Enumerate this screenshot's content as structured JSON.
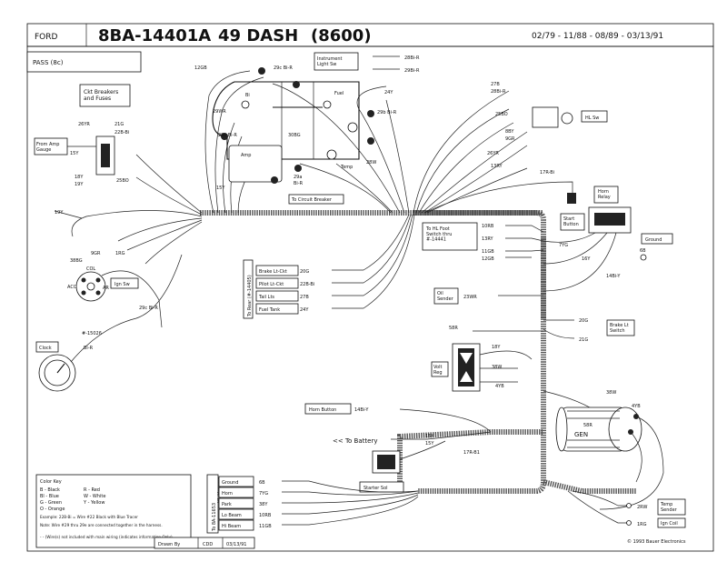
{
  "header": {
    "make": "FORD",
    "part_number": "8BA-14401A",
    "title": "49 DASH",
    "code": "(8600)",
    "dates": "02/79 - 11/88 - 08/89 - 03/13/91",
    "subtitle": "PASS (8c)"
  },
  "components": {
    "circuit_breakers": "Ckt Breakers\nand Fuses",
    "instrument_light_sw": "Instrument\nLight Sw",
    "from_amp_gauge": "From Amp\nGauge",
    "bi": "Bi",
    "fuel": "Fuel",
    "amp": "Amp",
    "temp": "Temp",
    "to_circuit_breaker": "To Circuit Breaker",
    "hl_sw": "HL Sw",
    "start_button": "Start\nButton",
    "horn_relay": "Horn\nRelay",
    "ground": "Ground",
    "to_hl_foot_switch": "To HL Foot\nSwitch thru\n#-14441",
    "ign_sw": "Ign Sw",
    "col": "COL",
    "acc": "ACC",
    "ar": "AR",
    "to_rear": "To Rear (#-14405)",
    "brake_lt_ckt": "Brake Lt-Ckt",
    "pilot_lt_ckt": "Pilot Lt-Ckt",
    "tail_lts": "Tail Lts",
    "fuel_tank": "Fuel Tank",
    "oil_sender": "Oil\nSender",
    "brake_lt_switch": "Brake Lt\nSwitch",
    "clock": "Clock",
    "clock_part": "#-15026",
    "volt_reg": "Volt\nReg",
    "horn_button": "Horn Button",
    "to_battery": "<< To Battery",
    "starter_sol": "Starter Sol",
    "gen": "GEN",
    "temp_sender": "Temp\nSender",
    "ign_coil": "Ign Coil",
    "to_hl_harness": "To 8A-11653\nHL Harness",
    "copyright": "© 1993 Bauer Electronics"
  },
  "wires": {
    "w12gb": "12GB",
    "w29c_bi_r_top": "29c Bi-R",
    "w28bi_r": "28Bi-R",
    "w29bi_r": "29Bi-R",
    "w24y": "24Y",
    "w29wr": "29WR",
    "w29b_bi_r": "29b Bi-R",
    "w26yr_l": "26YR",
    "w21g": "21G",
    "w22b_bi": "22B-Bi",
    "w29c_bi_r_mid": "29c Bi-R",
    "w30bg": "30BG",
    "w15y_l": "15Y",
    "w18y": "18Y",
    "w19y_l": "19Y",
    "w25bo_l": "25BO",
    "w15y_mid": "15Y",
    "w29a": "29a",
    "w29bi_r_low": "Bi-R",
    "w28w": "28W",
    "w19y": "19Y",
    "w9gr": "9GR",
    "w1rg": "1RG",
    "w38bg": "38BG",
    "w29c_bi_r_low": "29c Bi-R",
    "wbi_r_clock": "Bi-R",
    "w27b": "27B",
    "w28bi_r_hl": "28Bi-R",
    "w25bo_r": "25BO",
    "w8by": "8BY",
    "w9gr_r": "9GR",
    "w26yr_r": "26YR",
    "w13ry_r": "13RY",
    "w17r_bi": "17R-Bi",
    "w7yg": "7YG",
    "w16y": "16Y",
    "w14bi_y": "14Bi-Y",
    "w6b": "6B",
    "w10rb": "10RB",
    "w13ry": "13RY",
    "w11gb": "11GB",
    "w12gb_r": "12GB",
    "w20g": "20G",
    "w22b_bi_rear": "22B-Bi",
    "w27b_rear": "27B",
    "w24y_rear": "24Y",
    "w23wr": "23WR",
    "w58r": "58R",
    "w18y_reg": "18Y",
    "w38w": "38W",
    "w4yb": "4YB",
    "w20g_r": "20G",
    "w21g_r": "21G",
    "w14bi_y_horn": "14Bi-Y",
    "w15y_bat": "15Y",
    "w15y_bat2": "15Y",
    "w17r_b1": "17R-B1",
    "w38w_gen": "38W",
    "w4yb_gen": "4YB",
    "w58r_gen": "58R",
    "w2rw": "2RW",
    "w1rg_coil": "1RG"
  },
  "hl_harness_rows": [
    {
      "label": "Ground",
      "wire": "6B"
    },
    {
      "label": "Horn",
      "wire": "7YG"
    },
    {
      "label": "Park",
      "wire": "38Y"
    },
    {
      "label": "Lo Beam",
      "wire": "10RB"
    },
    {
      "label": "Hi Beam",
      "wire": "11GB"
    }
  ],
  "color_key": {
    "title": "Color Key",
    "rows": [
      [
        "B  - Black",
        "R  - Red"
      ],
      [
        "Bl - Blue",
        "W  - White"
      ],
      [
        "G  - Green",
        "Y  - Yellow"
      ],
      [
        "O  - Orange",
        ""
      ]
    ],
    "example": "Example: 22B-Bi = Wire #22 Black with Blue Tracer",
    "note": "Note: Wire #29 thru 29e are connected together in the harness.",
    "legend": "- - (Wire(s) not included with main wiring (indicates information Only)"
  },
  "footer": {
    "drawn_by_label": "Drawn By",
    "drawn_by": "CDD",
    "date": "03/13/91"
  }
}
